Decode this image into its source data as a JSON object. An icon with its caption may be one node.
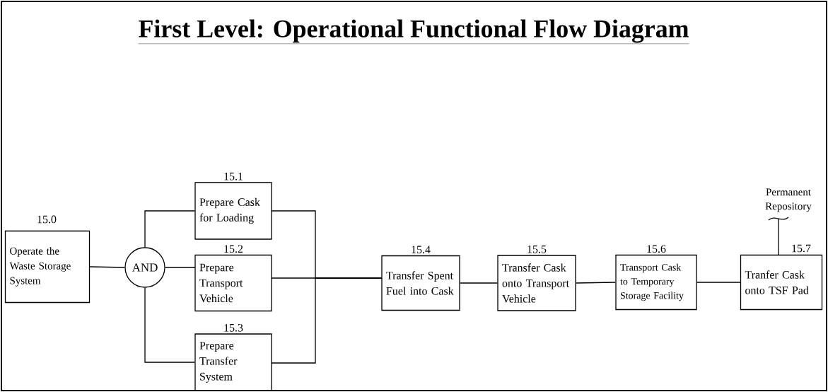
{
  "diagram": {
    "title": "First Level:  Operational Functional Flow Diagram",
    "nodes": [
      {
        "text": [
          "Operate the Waste Storage System"
        ],
        "beside": [
          "15.0"
        ]
      },
      {
        "text": [
          "AND"
        ]
      },
      {
        "text": [
          "Prepare Cask for Loading"
        ],
        "beside": [
          "15.1"
        ]
      },
      {
        "text": [
          "Prepare Transport Vehicle"
        ],
        "beside": [
          "15.2"
        ]
      },
      {
        "text": [
          "Prepare Transfer System"
        ],
        "beside": [
          "15.3"
        ]
      },
      {
        "text": [
          "Transfer Spent Fuel into Cask"
        ],
        "beside": [
          "15.4"
        ]
      },
      {
        "text": [
          "Transfer Cask onto Transport Vehicle"
        ],
        "beside": [
          "15.5"
        ]
      },
      {
        "text": [
          "Transport Cask to Temporary Storage Facility"
        ],
        "beside": [
          "15.6"
        ]
      },
      {
        "text": [
          "Tranfer Cask onto TSF Pad"
        ],
        "beside": [
          "15.7"
        ]
      },
      {
        "text": [
          "Permanent Repository"
        ]
      }
    ],
    "edges": [
      {
        "from": 0,
        "to": 1,
        "arrow": "none"
      },
      {
        "from": 1,
        "to": 2,
        "arrow": "none"
      },
      {
        "from": 1,
        "to": 3,
        "arrow": "none"
      },
      {
        "from": 1,
        "to": 4,
        "arrow": "none"
      },
      {
        "from": 2,
        "to": 5,
        "arrow": "none"
      },
      {
        "from": 3,
        "to": 5,
        "arrow": "none"
      },
      {
        "from": 4,
        "to": 5,
        "arrow": "none"
      },
      {
        "from": 5,
        "to": 6,
        "arrow": "none"
      },
      {
        "from": 6,
        "to": 7,
        "arrow": "none"
      },
      {
        "from": 7,
        "to": 8,
        "arrow": "none"
      },
      {
        "from": 8,
        "to": 9,
        "arrow": "none"
      }
    ]
  }
}
